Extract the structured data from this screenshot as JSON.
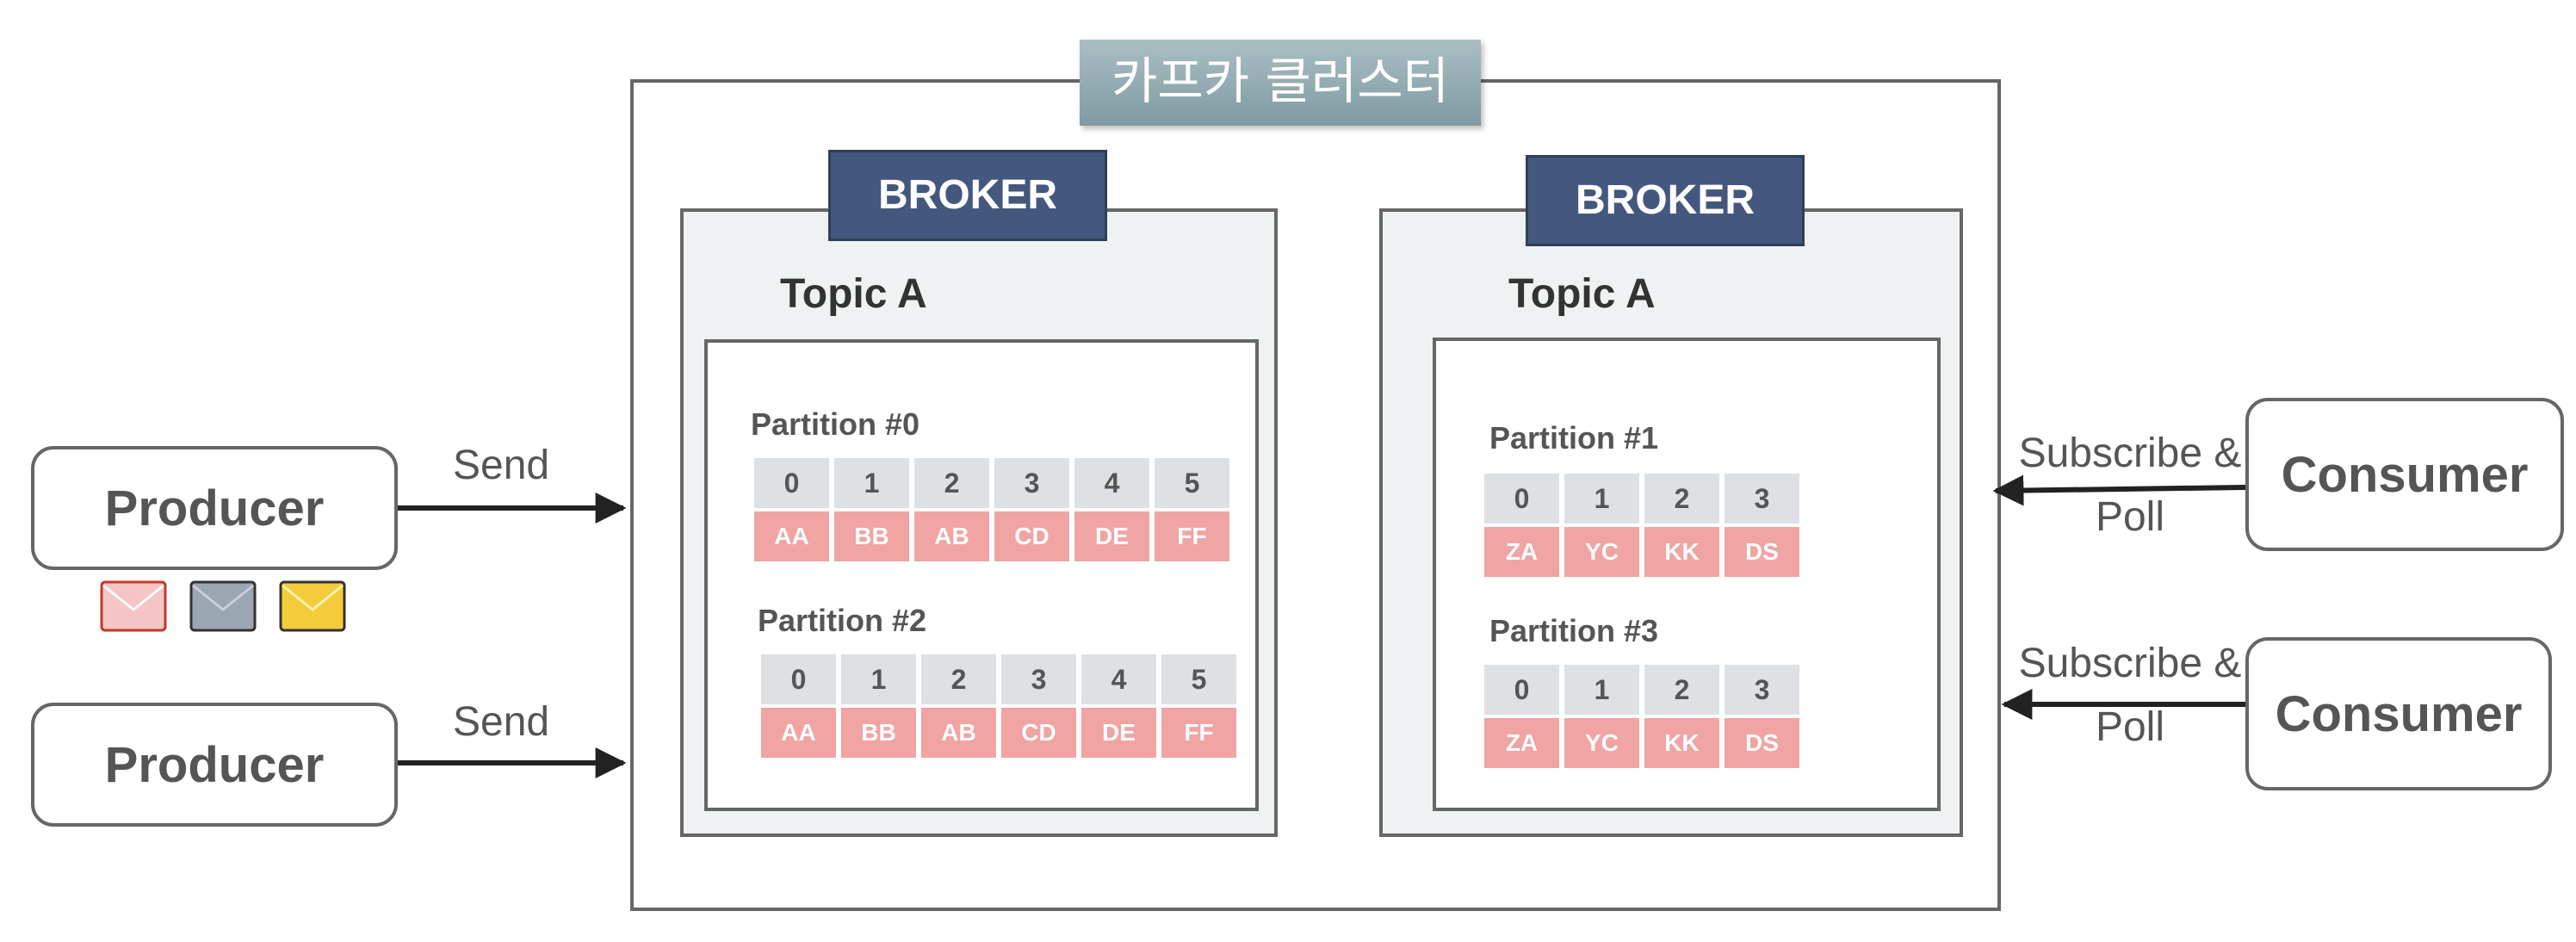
{
  "cluster": {
    "title": "카프카 클러스터"
  },
  "brokers": [
    {
      "label": "BROKER",
      "topic": "Topic A",
      "partitions": [
        {
          "label": "Partition #0",
          "indices": [
            "0",
            "1",
            "2",
            "3",
            "4",
            "5"
          ],
          "messages": [
            "AA",
            "BB",
            "AB",
            "CD",
            "DE",
            "FF"
          ]
        },
        {
          "label": "Partition #2",
          "indices": [
            "0",
            "1",
            "2",
            "3",
            "4",
            "5"
          ],
          "messages": [
            "AA",
            "BB",
            "AB",
            "CD",
            "DE",
            "FF"
          ]
        }
      ]
    },
    {
      "label": "BROKER",
      "topic": "Topic A",
      "partitions": [
        {
          "label": "Partition #1",
          "indices": [
            "0",
            "1",
            "2",
            "3"
          ],
          "messages": [
            "ZA",
            "YC",
            "KK",
            "DS"
          ]
        },
        {
          "label": "Partition #3",
          "indices": [
            "0",
            "1",
            "2",
            "3"
          ],
          "messages": [
            "ZA",
            "YC",
            "KK",
            "DS"
          ]
        }
      ]
    }
  ],
  "producers": [
    {
      "label": "Producer"
    },
    {
      "label": "Producer"
    }
  ],
  "consumers": [
    {
      "label": "Consumer"
    },
    {
      "label": "Consumer"
    }
  ],
  "edges": {
    "send": "Send",
    "subscribe_line1": "Subscribe &",
    "subscribe_line2": "Poll"
  },
  "envelopes": [
    {
      "name": "pink-envelope-icon",
      "fill": "#f5c4c4",
      "stroke": "#c0392b"
    },
    {
      "name": "gray-envelope-icon",
      "fill": "#9aa6b2",
      "stroke": "#333"
    },
    {
      "name": "yellow-envelope-icon",
      "fill": "#f4cb3a",
      "stroke": "#333"
    }
  ],
  "colors": {
    "broker_label": "#44587d",
    "message_cell": "#f0a4a4",
    "index_cell": "#dde1e3"
  }
}
